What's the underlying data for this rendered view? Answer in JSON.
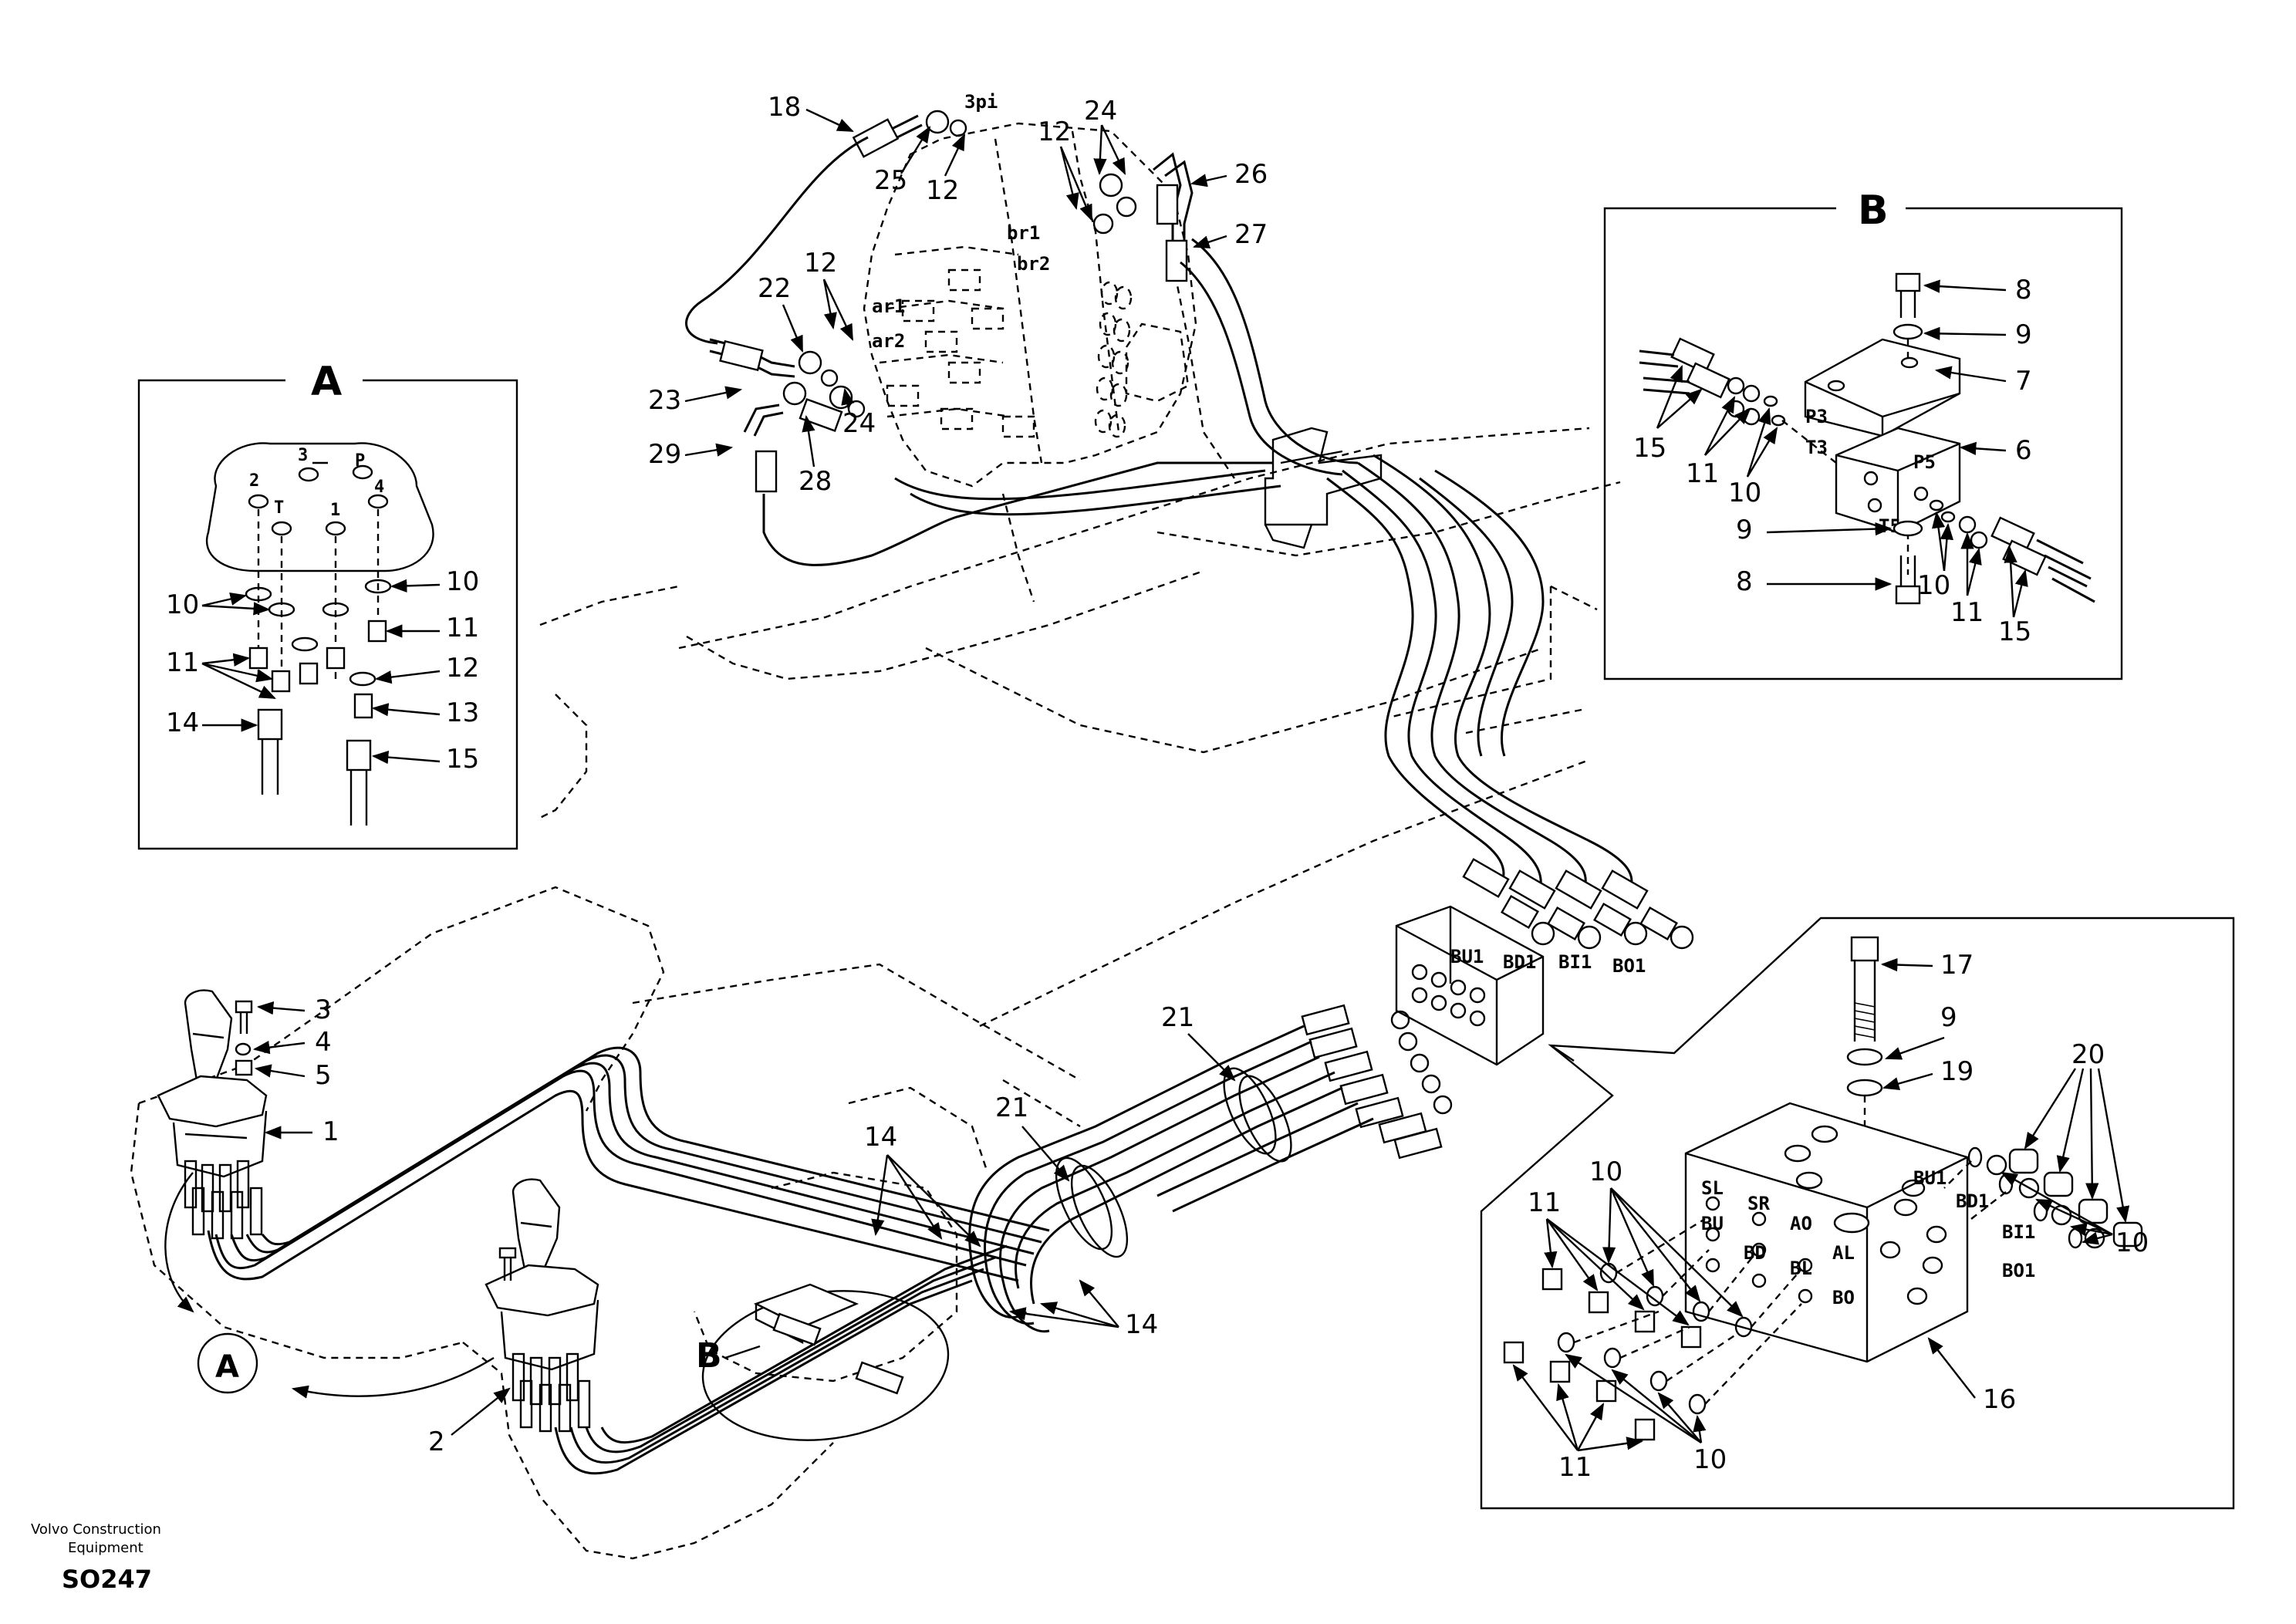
{
  "detail_a": {
    "title": "A",
    "callouts": [
      "10",
      "10",
      "11",
      "11",
      "12",
      "13",
      "14",
      "15"
    ],
    "ports": [
      "3",
      "P",
      "2",
      "4",
      "T",
      "1"
    ]
  },
  "detail_b": {
    "title": "B",
    "callouts": [
      "8",
      "9",
      "7",
      "6",
      "15",
      "11",
      "10",
      "9",
      "8",
      "10",
      "11",
      "15"
    ],
    "ports": [
      "P3",
      "T3",
      "P5",
      "T5"
    ]
  },
  "valve_detail": {
    "callouts": [
      "17",
      "9",
      "19",
      "20",
      "11",
      "10",
      "10",
      "16",
      "11",
      "10"
    ],
    "ports": [
      "SL",
      "SR",
      "BU",
      "AO",
      "BD",
      "BL",
      "AL",
      "BO",
      "BU1",
      "BD1",
      "BI1",
      "BO1"
    ]
  },
  "control_valve": {
    "callouts": [
      "18",
      "3pi",
      "24",
      "12",
      "12",
      "25",
      "26",
      "27",
      "12",
      "22",
      "23",
      "24",
      "29",
      "28"
    ],
    "ports": [
      "br1",
      "br2",
      "ar1",
      "ar2"
    ]
  },
  "main": {
    "callouts": [
      "3",
      "4",
      "5",
      "1",
      "2",
      "21",
      "21",
      "14",
      "14"
    ],
    "block_ports": [
      "BU1",
      "BD1",
      "BI1",
      "BO1"
    ],
    "view_refs": [
      "A",
      "B"
    ]
  },
  "footer": {
    "company_line1": "Volvo Construction",
    "company_line2": "Equipment",
    "code": "SO247"
  }
}
